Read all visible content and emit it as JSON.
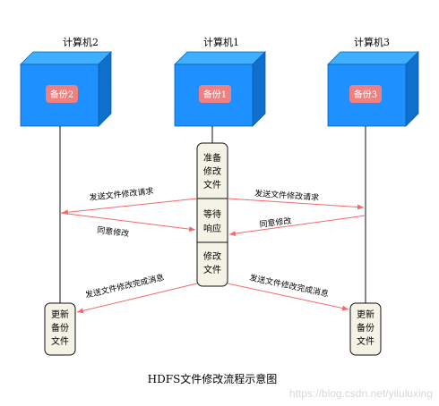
{
  "computers": [
    {
      "name": "计算机2",
      "backup": "备份2"
    },
    {
      "name": "计算机1",
      "backup": "备份1"
    },
    {
      "name": "计算机3",
      "backup": "备份3"
    }
  ],
  "process_box": {
    "step1": [
      "准备",
      "修改",
      "文件"
    ],
    "step2": [
      "等待",
      "响应"
    ],
    "step3": [
      "修改",
      "文件"
    ]
  },
  "update_box_left": [
    "更新",
    "备份",
    "文件"
  ],
  "update_box_right": [
    "更新",
    "备份",
    "文件"
  ],
  "messages": {
    "send_request_left": "发送文件修改请求",
    "send_request_right": "发送文件修改请求",
    "agree_left": "同意修改",
    "agree_right": "同意修改",
    "complete_left": "发送文件修改完成消息",
    "complete_right": "发送文件修改完成消息"
  },
  "caption": "HDFS文件修改流程示意图",
  "watermark": "https://blog.csdn.net/yiluluxing",
  "colors": {
    "cube_front": "#1E90FF",
    "cube_top": "#3FB0FF",
    "cube_side": "#0F6FCC",
    "backup_badge": "#F08080",
    "arrow": "#F26A6A",
    "box_fill": "#F5F3E6"
  }
}
